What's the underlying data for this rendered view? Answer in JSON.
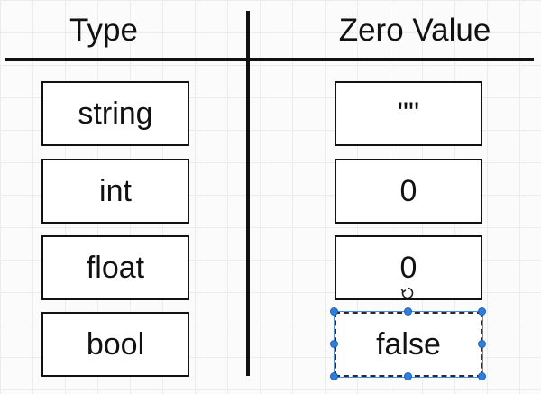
{
  "headers": {
    "type": "Type",
    "zero_value": "Zero Value"
  },
  "rows": [
    {
      "type": "string",
      "zero": "\"\""
    },
    {
      "type": "int",
      "zero": "0"
    },
    {
      "type": "float",
      "zero": "0"
    },
    {
      "type": "bool",
      "zero": "false"
    }
  ],
  "selection": {
    "selected_cell": "bool-zero-value",
    "handle_color": "#2f7fe0",
    "icon": "rotate-icon"
  }
}
